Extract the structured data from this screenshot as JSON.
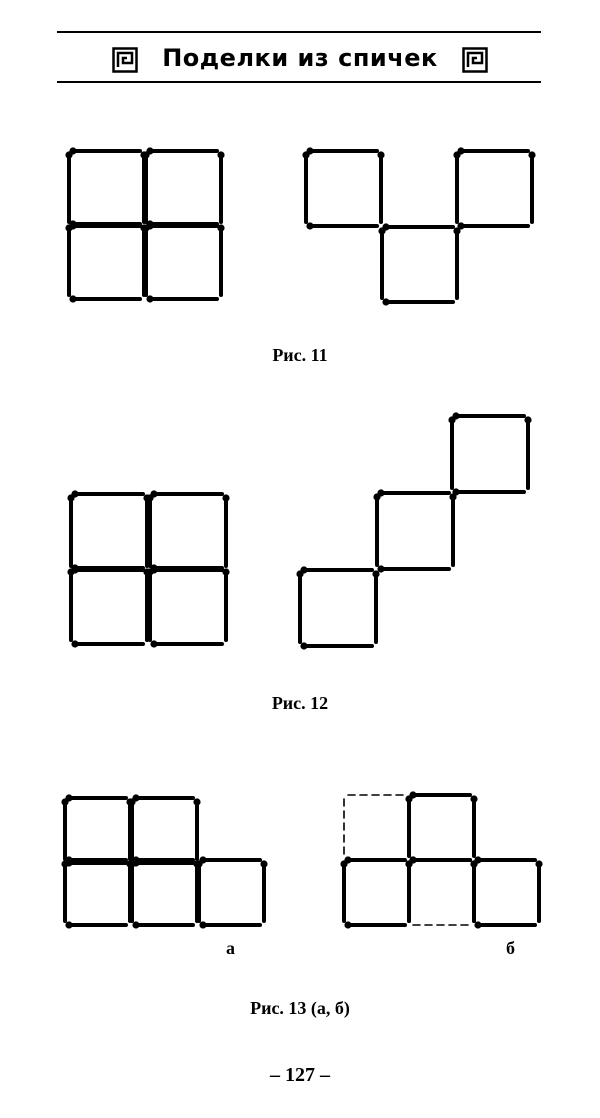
{
  "header": {
    "title": "Поделки из спичек",
    "ornament_icon": "meander-square-icon"
  },
  "figures": [
    {
      "caption": "Рис. 11"
    },
    {
      "caption": "Рис. 12"
    },
    {
      "caption": "Рис. 13 (а, б)",
      "sub_labels": [
        "а",
        "б"
      ]
    }
  ],
  "page_number": "– 127 –",
  "colors": {
    "ink": "#000000",
    "paper": "#ffffff"
  }
}
